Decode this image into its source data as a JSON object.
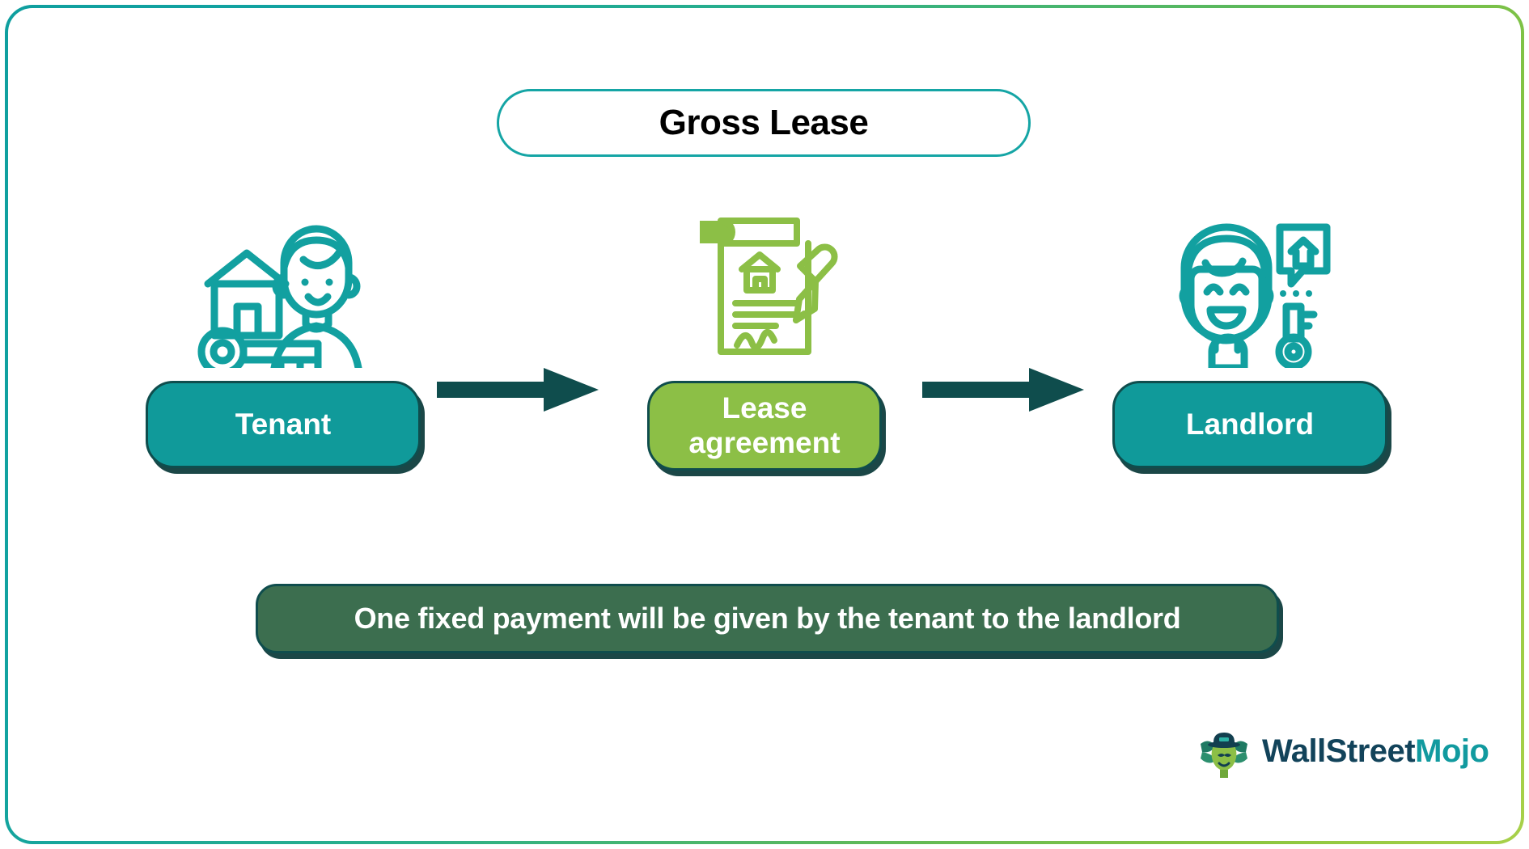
{
  "page": {
    "title": "Gross Lease",
    "frame_gradient_from": "#0f9f9f",
    "frame_gradient_to": "#a8d14a",
    "background": "#ffffff"
  },
  "header": {
    "title": "Gross Lease",
    "border_color": "#15a5a5"
  },
  "flow": {
    "nodes": [
      {
        "id": "tenant",
        "label": "Tenant",
        "icon": "person-with-house-and-key-icon",
        "box_color": "#109a9a",
        "text_color": "#ffffff",
        "border_color": "#0f4d4d"
      },
      {
        "id": "lease-agreement",
        "label": "Lease agreement",
        "label_line1": "Lease",
        "label_line2": "agreement",
        "icon": "signed-document-with-pencil-icon",
        "box_color": "#8cbf46",
        "text_color": "#ffffff",
        "border_color": "#0f4d4d"
      },
      {
        "id": "landlord",
        "label": "Landlord",
        "icon": "smiling-person-with-house-bubble-and-key-icon",
        "box_color": "#109a9a",
        "text_color": "#ffffff",
        "border_color": "#0f4d4d"
      }
    ],
    "arrows": [
      {
        "id": "arrow-tenant-to-lease",
        "icon": "right-arrow-icon",
        "color": "#0f4d4d"
      },
      {
        "id": "arrow-lease-to-landlord",
        "icon": "right-arrow-icon",
        "color": "#0f4d4d"
      }
    ]
  },
  "banner": {
    "text": "One fixed payment will be given by the tenant to the landlord",
    "background": "#3c6e4f",
    "text_color": "#ffffff",
    "border_color": "#0f4d4d"
  },
  "logo": {
    "brand_part1": "WallStreet",
    "brand_part2": "Mojo",
    "mark": "wallstreetmojo-mascot-icon",
    "part1_color": "#12435a",
    "part2_color": "#119a9f"
  }
}
